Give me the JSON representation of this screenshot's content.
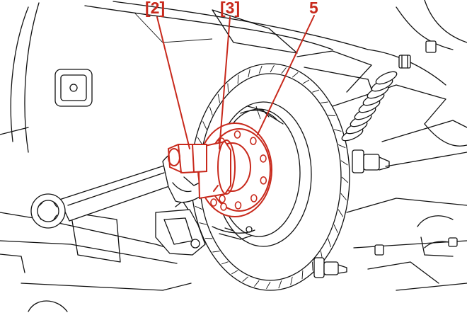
{
  "callouts": [
    {
      "id": "c2",
      "text": "[2]"
    },
    {
      "id": "c3",
      "text": "[3]"
    },
    {
      "id": "c5",
      "text": "5"
    }
  ],
  "colors": {
    "callout": "#c8291c",
    "line": "#111111",
    "background": "#ffffff"
  }
}
